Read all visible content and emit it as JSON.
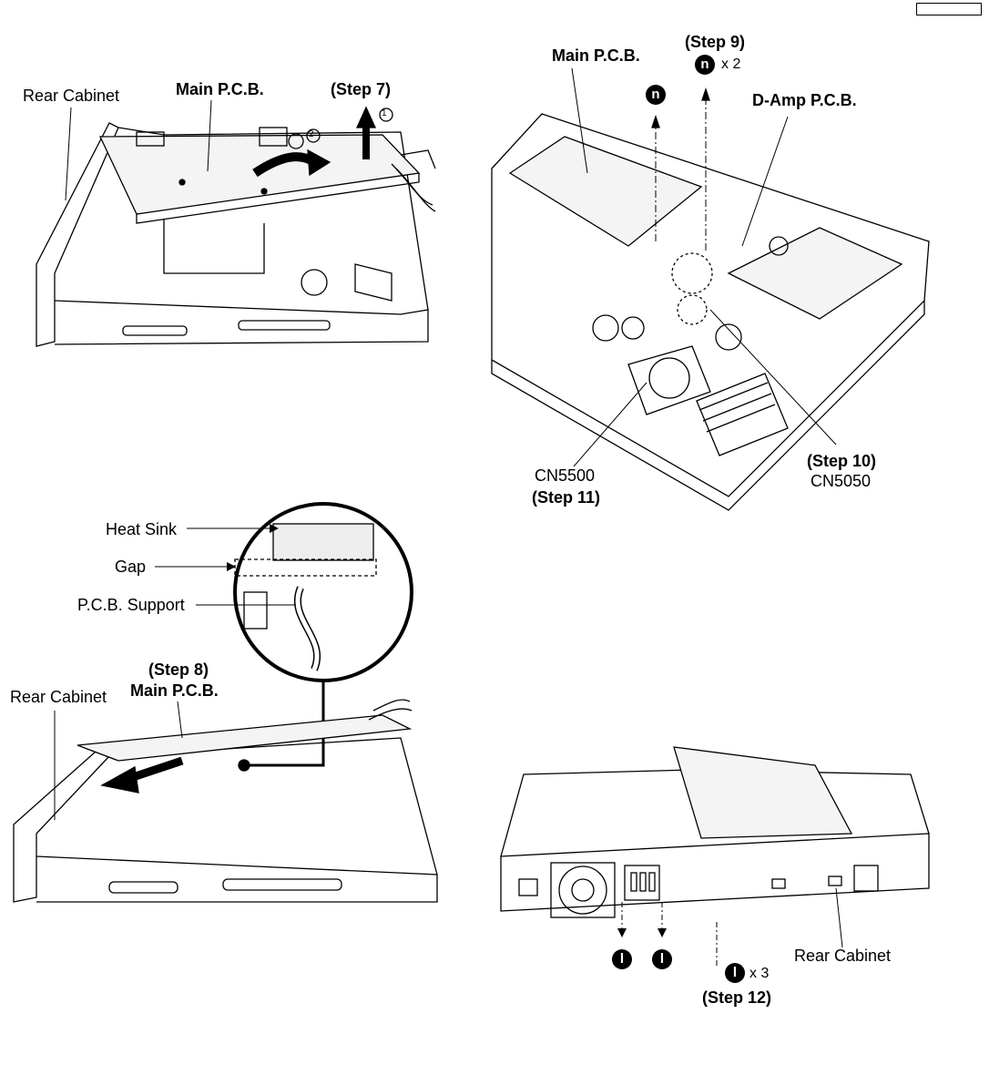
{
  "page_marker": "",
  "diagram1": {
    "rear_cabinet": "Rear Cabinet",
    "main_pcb": "Main P.C.B.",
    "step": "(Step 7)",
    "circle_1": "1",
    "circle_2": "2"
  },
  "diagram2": {
    "main_pcb": "Main P.C.B.",
    "step9": "(Step 9)",
    "screw_letter": "n",
    "screw_count": "x 2",
    "d_amp": "D-Amp P.C.B.",
    "cn5500": "CN5500",
    "step11": "(Step 11)",
    "step10": "(Step 10)",
    "cn5050": "CN5050"
  },
  "diagram3": {
    "heat_sink": "Heat Sink",
    "gap": "Gap",
    "pcb_support": "P.C.B. Support",
    "step8": "(Step 8)",
    "main_pcb": "Main P.C.B.",
    "rear_cabinet": "Rear Cabinet"
  },
  "diagram4": {
    "screw_letter": "l",
    "screw_count": "x 3",
    "step12": "(Step 12)",
    "rear_cabinet": "Rear Cabinet"
  }
}
